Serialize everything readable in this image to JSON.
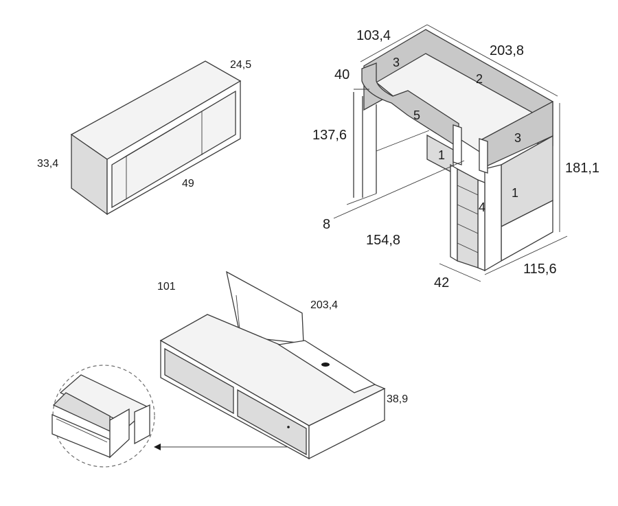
{
  "shelf_unit": {
    "depth": "24,5",
    "height": "33,4",
    "width": "49"
  },
  "loft_bed": {
    "depth": "103,4",
    "length": "203,8",
    "rail_height": "40",
    "desk_height": "137,6",
    "total_height": "181,1",
    "plinth": "8",
    "front_length": "154,8",
    "ladder_width": "42",
    "side_depth": "115,6",
    "parts": {
      "end_rail_back": "3",
      "long_rail": "2",
      "front_rail": "5",
      "end_rail_front": "3",
      "side_panel_left": "1",
      "side_panel_right": "1",
      "ladder": "4"
    }
  },
  "storage_bed": {
    "width": "101",
    "length": "203,4",
    "height": "38,9"
  }
}
